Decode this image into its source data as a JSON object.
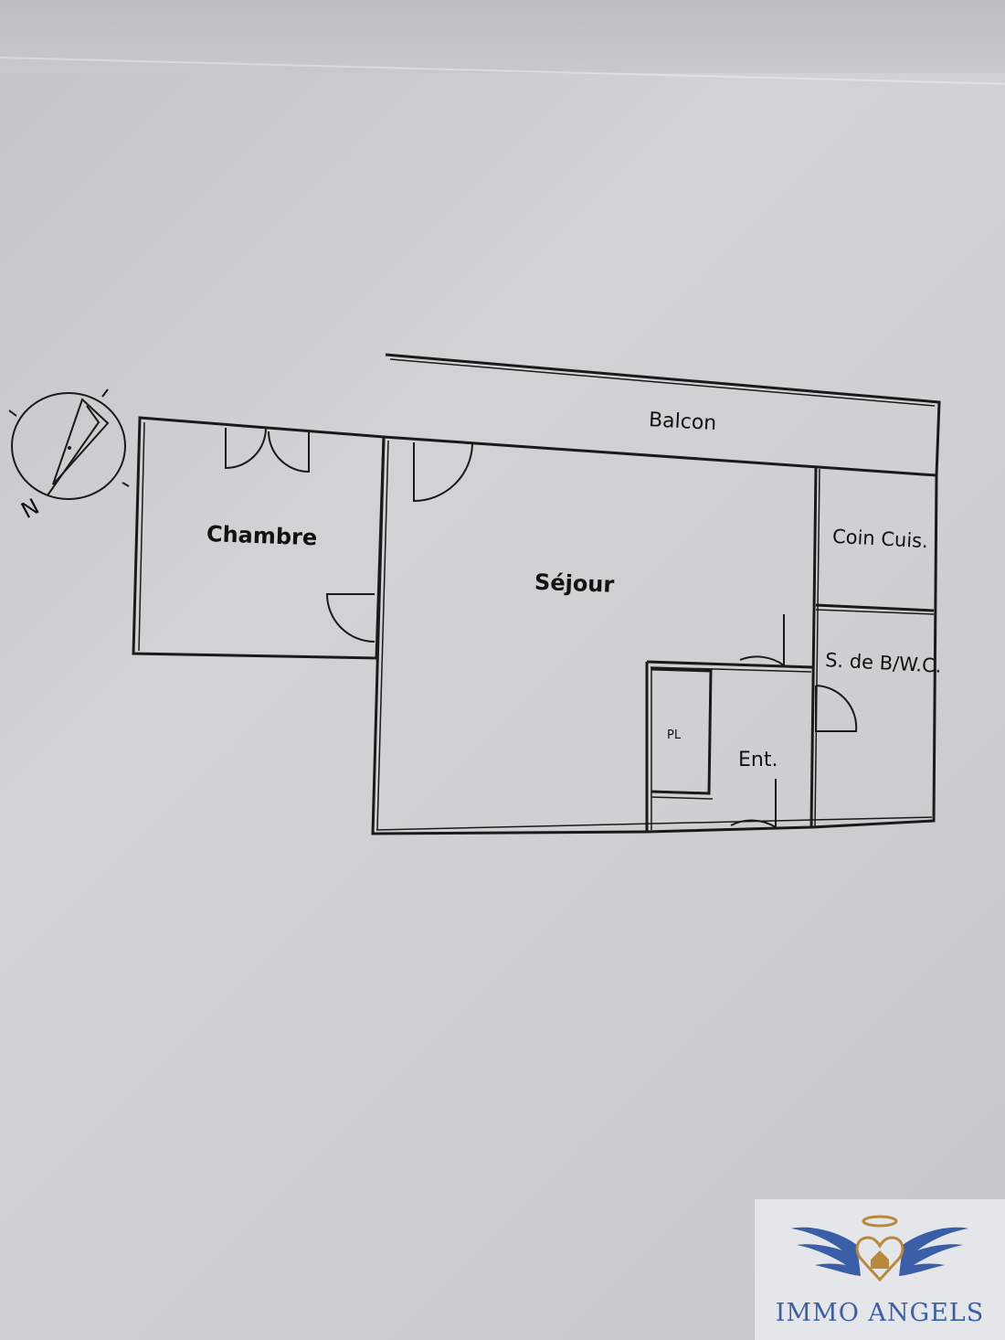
{
  "rooms": {
    "balcon": "Balcon",
    "chambre": "Chambre",
    "sejour": "Séjour",
    "coin_cuis": "Coin Cuis.",
    "sdb_wc": "S. de B/W.C.",
    "placard": "PL",
    "entree": "Ent."
  },
  "compass": {
    "north_letter": "N"
  },
  "logo": {
    "brand": "IMMO ANGELS",
    "colors": {
      "blue": "#3a5fa8",
      "gold": "#b8893a"
    }
  },
  "colors": {
    "wall": "#1a1a1a",
    "paper": "#cfcfd1"
  }
}
